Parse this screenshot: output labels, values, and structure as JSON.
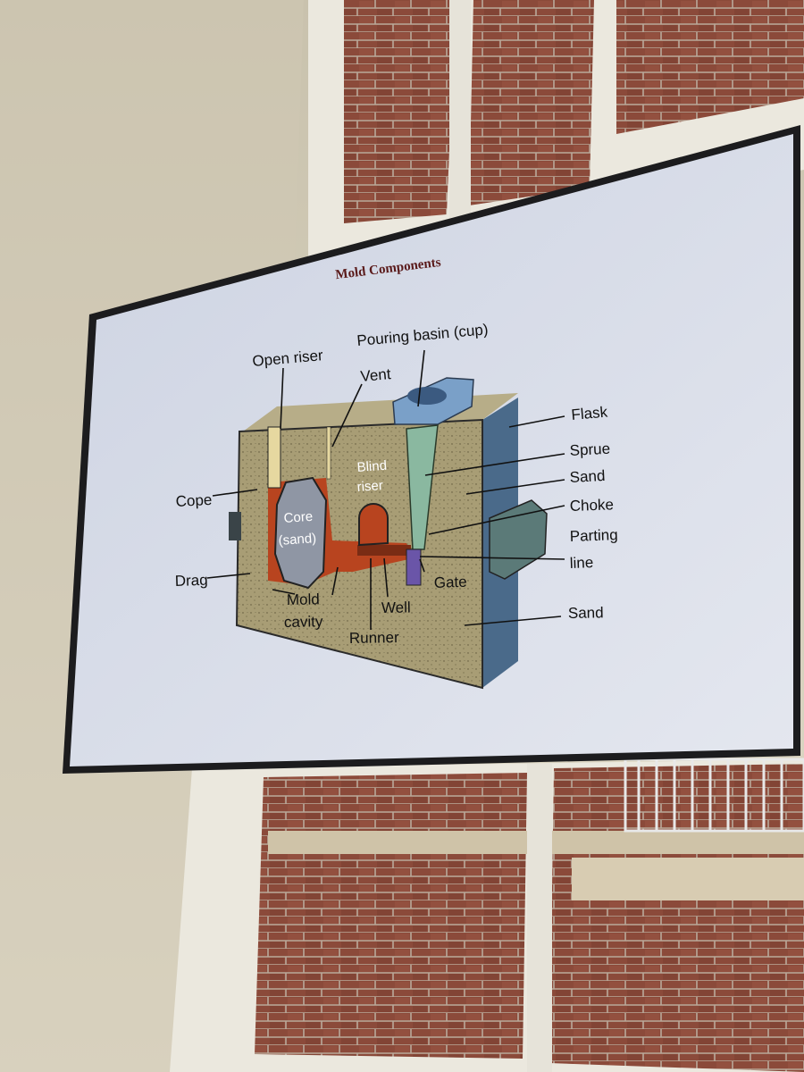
{
  "slide": {
    "title": "Mold Components",
    "labels": {
      "pouring_basin": "Pouring basin (cup)",
      "open_riser": "Open riser",
      "vent": "Vent",
      "flask": "Flask",
      "sprue": "Sprue",
      "sand_upper": "Sand",
      "choke": "Choke",
      "parting_line_1": "Parting",
      "parting_line_2": "line",
      "sand_lower": "Sand",
      "blind_riser_1": "Blind",
      "blind_riser_2": "riser",
      "core_1": "Core",
      "core_2": "(sand)",
      "cope": "Cope",
      "drag": "Drag",
      "gate": "Gate",
      "mold_cavity_1": "Mold",
      "mold_cavity_2": "cavity",
      "well": "Well",
      "runner": "Runner"
    }
  },
  "colors": {
    "wall": "#d9d3c0",
    "window_frame": "#ece9df",
    "brick": "#8b4a3a",
    "tv_bezel": "#1c1c1e",
    "screen": "#d6dbe8",
    "sand": "#a89d75",
    "flask": "#4a6a8a",
    "metal": "#b8441f",
    "core": "#8f96a4",
    "title": "#5a1a1a"
  }
}
